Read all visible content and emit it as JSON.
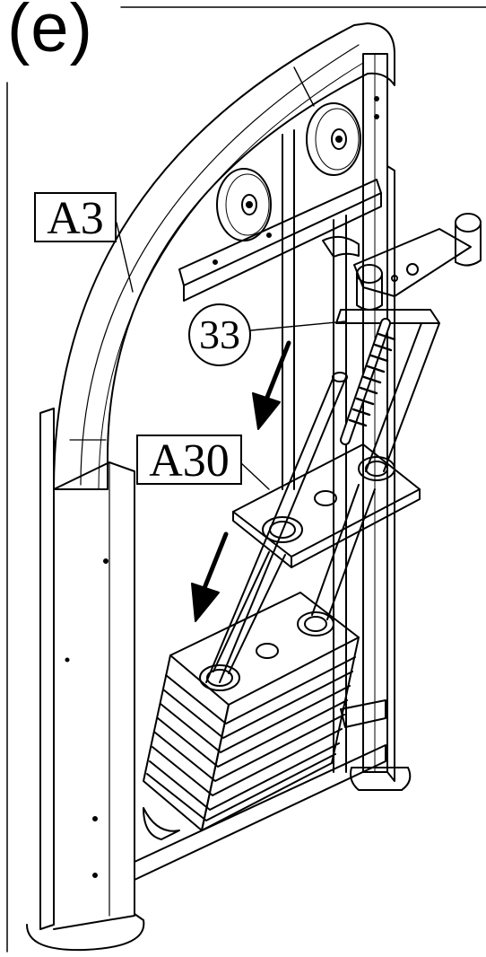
{
  "step": {
    "label": "(e)"
  },
  "callouts": {
    "frame_part": "A3",
    "part_number": "33",
    "plate_part": "A30"
  },
  "colors": {
    "line": "#000000",
    "background": "#ffffff"
  },
  "icons": [
    "arrow-down-icon",
    "arrow-down-icon"
  ]
}
